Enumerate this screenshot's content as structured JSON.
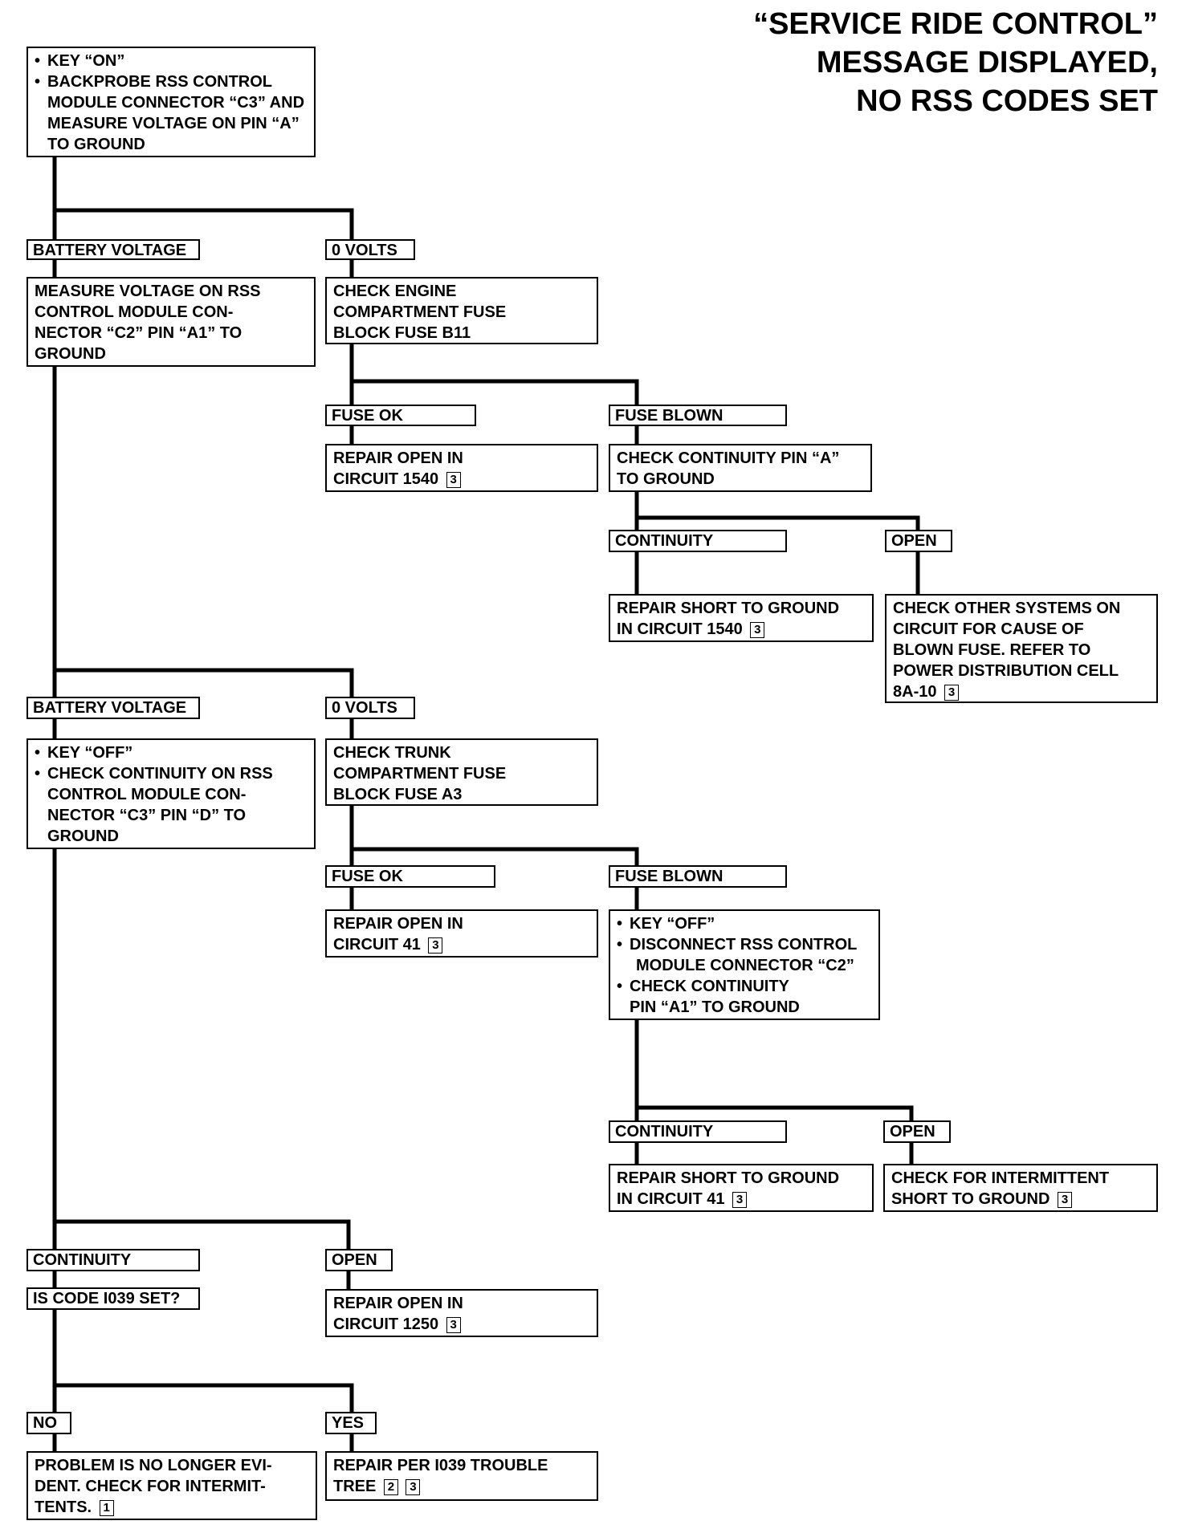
{
  "title": {
    "line1": "“SERVICE RIDE CONTROL”",
    "line2": "MESSAGE DISPLAYED,",
    "line3": "NO RSS CODES SET"
  },
  "nodes": {
    "start": {
      "l1": "KEY “ON”",
      "l2": "BACKPROBE RSS CONTROL",
      "l3": "MODULE CONNECTOR “C3” AND",
      "l4": "MEASURE VOLTAGE ON PIN “A”",
      "l5": "TO GROUND"
    },
    "measure_c2": {
      "l1": "MEASURE VOLTAGE ON RSS",
      "l2": "CONTROL MODULE CON-",
      "l3": "NECTOR “C2” PIN “A1” TO",
      "l4": "GROUND"
    },
    "check_b11": {
      "l1": "CHECK ENGINE",
      "l2": "COMPARTMENT FUSE",
      "l3": "BLOCK FUSE B11"
    },
    "repair_1540": {
      "l1": "REPAIR OPEN IN",
      "l2": "CIRCUIT 1540",
      "ref": "3"
    },
    "check_cont_a": {
      "l1": "CHECK CONTINUITY PIN “A”",
      "l2": "TO GROUND"
    },
    "short_1540": {
      "l1": "REPAIR SHORT TO GROUND",
      "l2": "IN CIRCUIT 1540",
      "ref": "3"
    },
    "other_systems": {
      "l1": "CHECK OTHER SYSTEMS ON",
      "l2": "CIRCUIT FOR CAUSE OF",
      "l3": "BLOWN FUSE.  REFER TO",
      "l4": "POWER DISTRIBUTION CELL",
      "l5": "8A-10",
      "ref": "3"
    },
    "key_off_c3": {
      "l1": "KEY “OFF”",
      "l2": "CHECK CONTINUITY ON RSS",
      "l3": "CONTROL MODULE CON-",
      "l4": "NECTOR “C3” PIN “D” TO",
      "l5": "GROUND"
    },
    "check_a3": {
      "l1": "CHECK TRUNK",
      "l2": "COMPARTMENT FUSE",
      "l3": "BLOCK FUSE A3"
    },
    "repair_41": {
      "l1": "REPAIR OPEN IN",
      "l2": "CIRCUIT 41",
      "ref": "3"
    },
    "disconnect_c2": {
      "l1": "KEY “OFF”",
      "l2": "DISCONNECT RSS CONTROL",
      "l3": "MODULE CONNECTOR “C2”",
      "l4": "CHECK CONTINUITY",
      "l5": "PIN “A1” TO GROUND"
    },
    "short_41": {
      "l1": "REPAIR SHORT TO GROUND",
      "l2": "IN CIRCUIT 41",
      "ref": "3"
    },
    "intermittent_short": {
      "l1": "CHECK FOR INTERMITTENT",
      "l2": "SHORT TO GROUND",
      "ref": "3"
    },
    "repair_1250": {
      "l1": "REPAIR OPEN IN",
      "l2": "CIRCUIT 1250",
      "ref": "3"
    },
    "no_longer": {
      "l1": "PROBLEM IS NO LONGER EVI-",
      "l2": "DENT.  CHECK FOR INTERMIT-",
      "l3": "TENTS.",
      "ref": "1"
    },
    "repair_1039": {
      "l1": "REPAIR PER I039 TROUBLE",
      "l2": "TREE",
      "ref1": "2",
      "ref2": "3"
    }
  },
  "labels": {
    "batt1": "BATTERY VOLTAGE",
    "zero1": "0 VOLTS",
    "fuseok1": "FUSE OK",
    "fuseblown1": "FUSE BLOWN",
    "cont1": "CONTINUITY",
    "open1": "OPEN",
    "batt2": "BATTERY VOLTAGE",
    "zero2": "0 VOLTS",
    "fuseok2": "FUSE OK",
    "fuseblown2": "FUSE BLOWN",
    "cont2": "CONTINUITY",
    "open2": "OPEN",
    "cont3": "CONTINUITY",
    "open3": "OPEN",
    "code_q": "IS CODE I039 SET?",
    "no": "NO",
    "yes": "YES"
  }
}
